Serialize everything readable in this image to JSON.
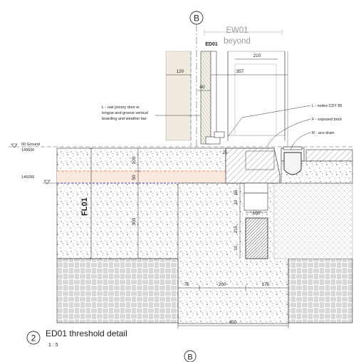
{
  "title": {
    "number": "2",
    "name": "ED01 threshold detail",
    "scale": "1 : 5"
  },
  "gridline": {
    "label": "B"
  },
  "header": {
    "wall": "EW01",
    "wall_note": "beyond",
    "door": "ED01"
  },
  "levels": {
    "ground_name": "00 Ground",
    "ground_value": "149500",
    "slab_value": "149250"
  },
  "floor_tag": "FL01",
  "notes": {
    "door_line1": "L - oak joinery door w",
    "door_line2": "tongue and groove vertical",
    "door_line3": "boarding and weather bar",
    "insulation": "L - exitex CDT 85",
    "brick": "F - exposed brick",
    "drain": "R - aco drain"
  },
  "dimensions": {
    "d120": "120",
    "d210": "210",
    "d357": "357",
    "d40": "40",
    "d25": "25",
    "d100_screed": "100",
    "d50": "50",
    "d300": "300",
    "d65": "65",
    "d10_top": "10",
    "d100_brick": "100",
    "d215": "215",
    "d10_bottom": "10",
    "d75": "75",
    "d200": "200",
    "d175": "175",
    "d450": "450"
  }
}
